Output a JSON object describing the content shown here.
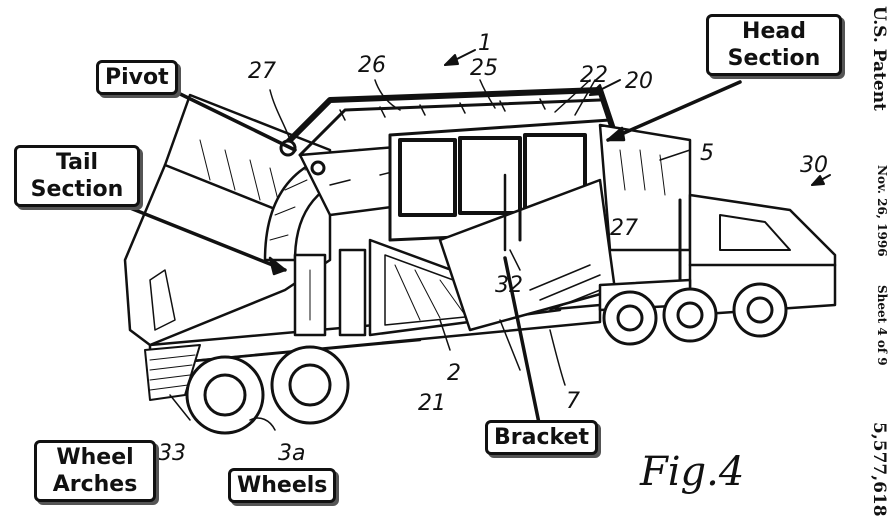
{
  "callouts": {
    "pivot": "Pivot",
    "head_section_line1": "Head",
    "head_section_line2": "Section",
    "tail_section_line1": "Tail",
    "tail_section_line2": "Section",
    "bracket": "Bracket",
    "wheel_arches_line1": "Wheel",
    "wheel_arches_line2": "Arches",
    "wheels": "Wheels"
  },
  "reference_numerals": {
    "n1": "1",
    "n2": "2",
    "n3a": "3a",
    "n5": "5",
    "n7": "7",
    "n20": "20",
    "n21": "21",
    "n22": "22",
    "n25": "25",
    "n26": "26",
    "n27_top": "27",
    "n27_right": "27",
    "n30": "30",
    "n32": "32",
    "n33": "33"
  },
  "figure_label": "Fig.4",
  "patent_margin": {
    "title": "U.S. Patent",
    "date": "Nov. 26, 1996",
    "sheet": "Sheet 4 of 9",
    "number": "5,577,618"
  }
}
